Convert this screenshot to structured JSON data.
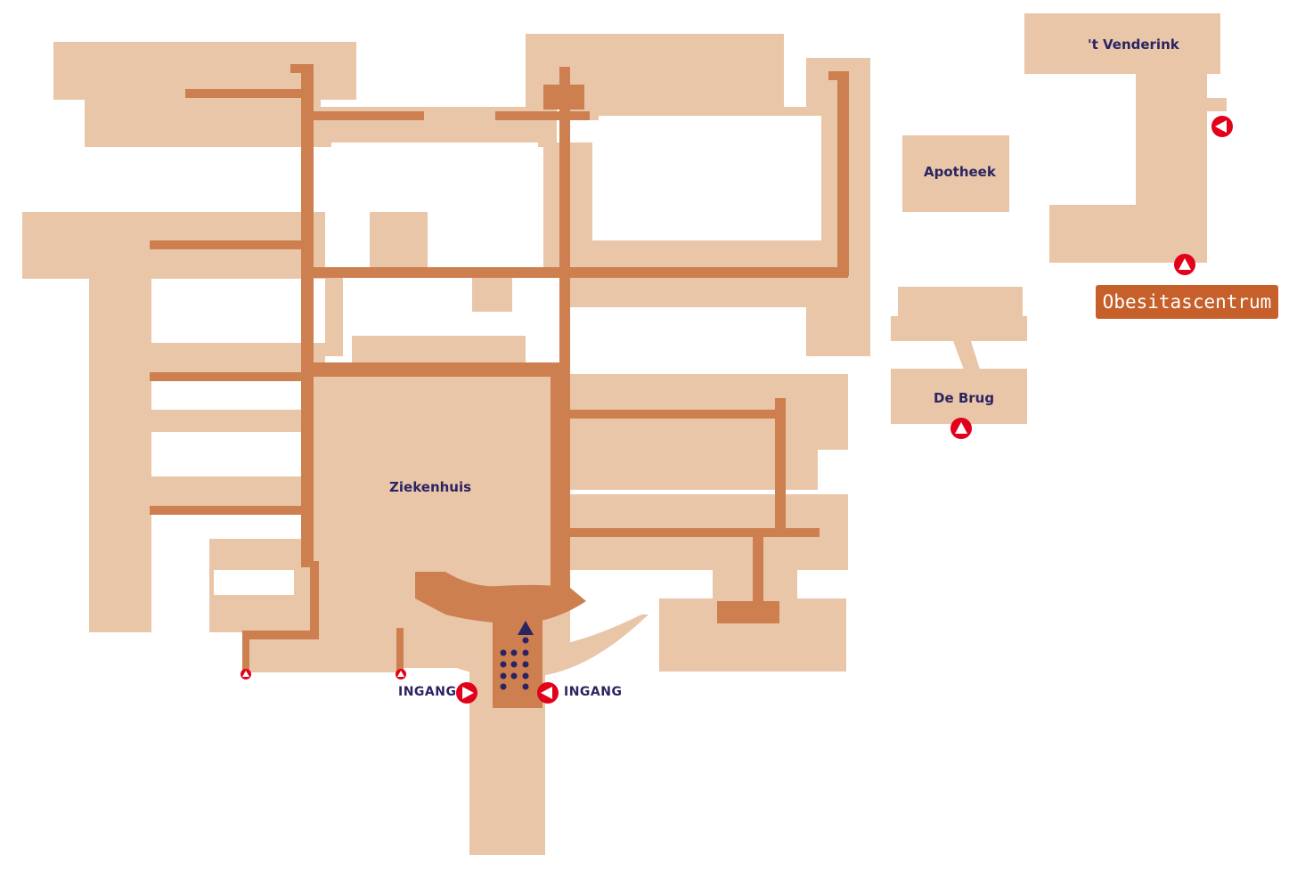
{
  "colors": {
    "building": "#e9c6a8",
    "corridor": "#cd7f4f",
    "entrance_marker": "#e2001a",
    "label_text": "#2b2462",
    "highlight": "#c65f2a"
  },
  "labels": {
    "venderink": "'t Venderink",
    "apotheek": "Apotheek",
    "de_brug": "De Brug",
    "ziekenhuis": "Ziekenhuis",
    "ingang_left": "INGANG",
    "ingang_right": "INGANG"
  },
  "highlight_label": "Obesitascentrum",
  "icons": {
    "entrance_up": "triangle-up-in-circle-icon",
    "entrance_left": "triangle-left-in-circle-icon",
    "entrance_right": "triangle-right-in-circle-icon",
    "you_are_here": "navy-triangle-icon",
    "parking_dots": "dot-grid-icon"
  }
}
